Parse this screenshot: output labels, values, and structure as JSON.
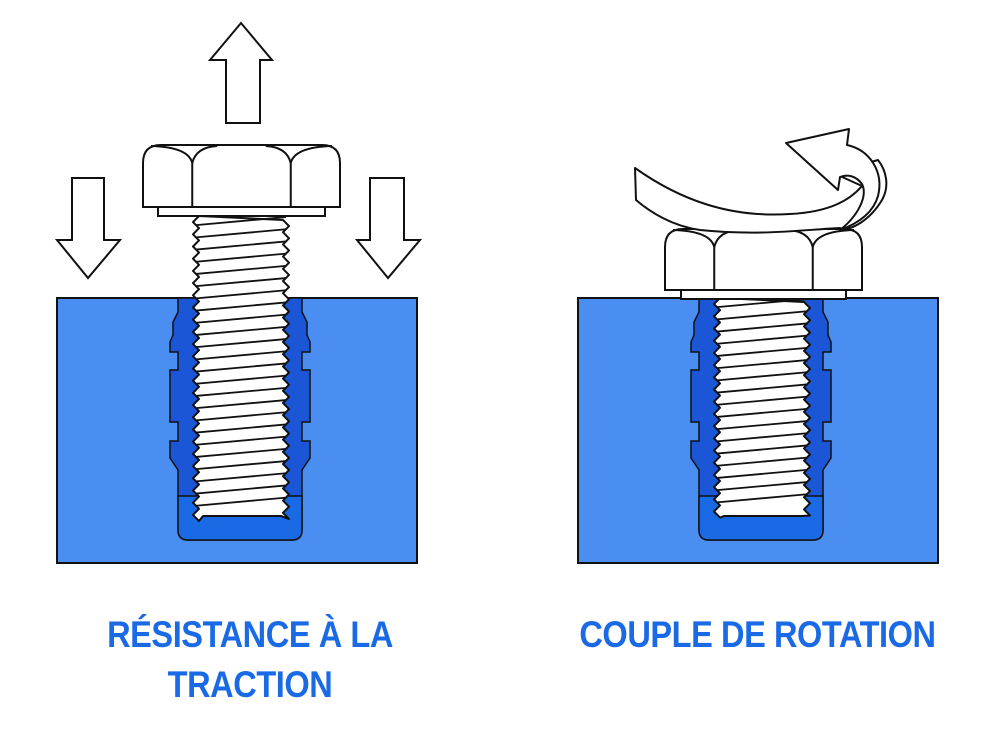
{
  "panels": [
    {
      "id": "tensile",
      "caption_line1": "RÉSISTANCE À LA",
      "caption_line2": "TRACTION",
      "force_icon": "tensile-arrows-icon"
    },
    {
      "id": "torque",
      "caption_line1": "COUPLE DE ROTATION",
      "force_icon": "rotation-arrow-icon"
    }
  ],
  "colors": {
    "base_material": "#4a8ef2",
    "insert": "#1b56d6",
    "insert_bottom": "#1a6ae6",
    "caption": "#1a6ae6",
    "outline": "#111111",
    "bolt": "#ffffff"
  }
}
